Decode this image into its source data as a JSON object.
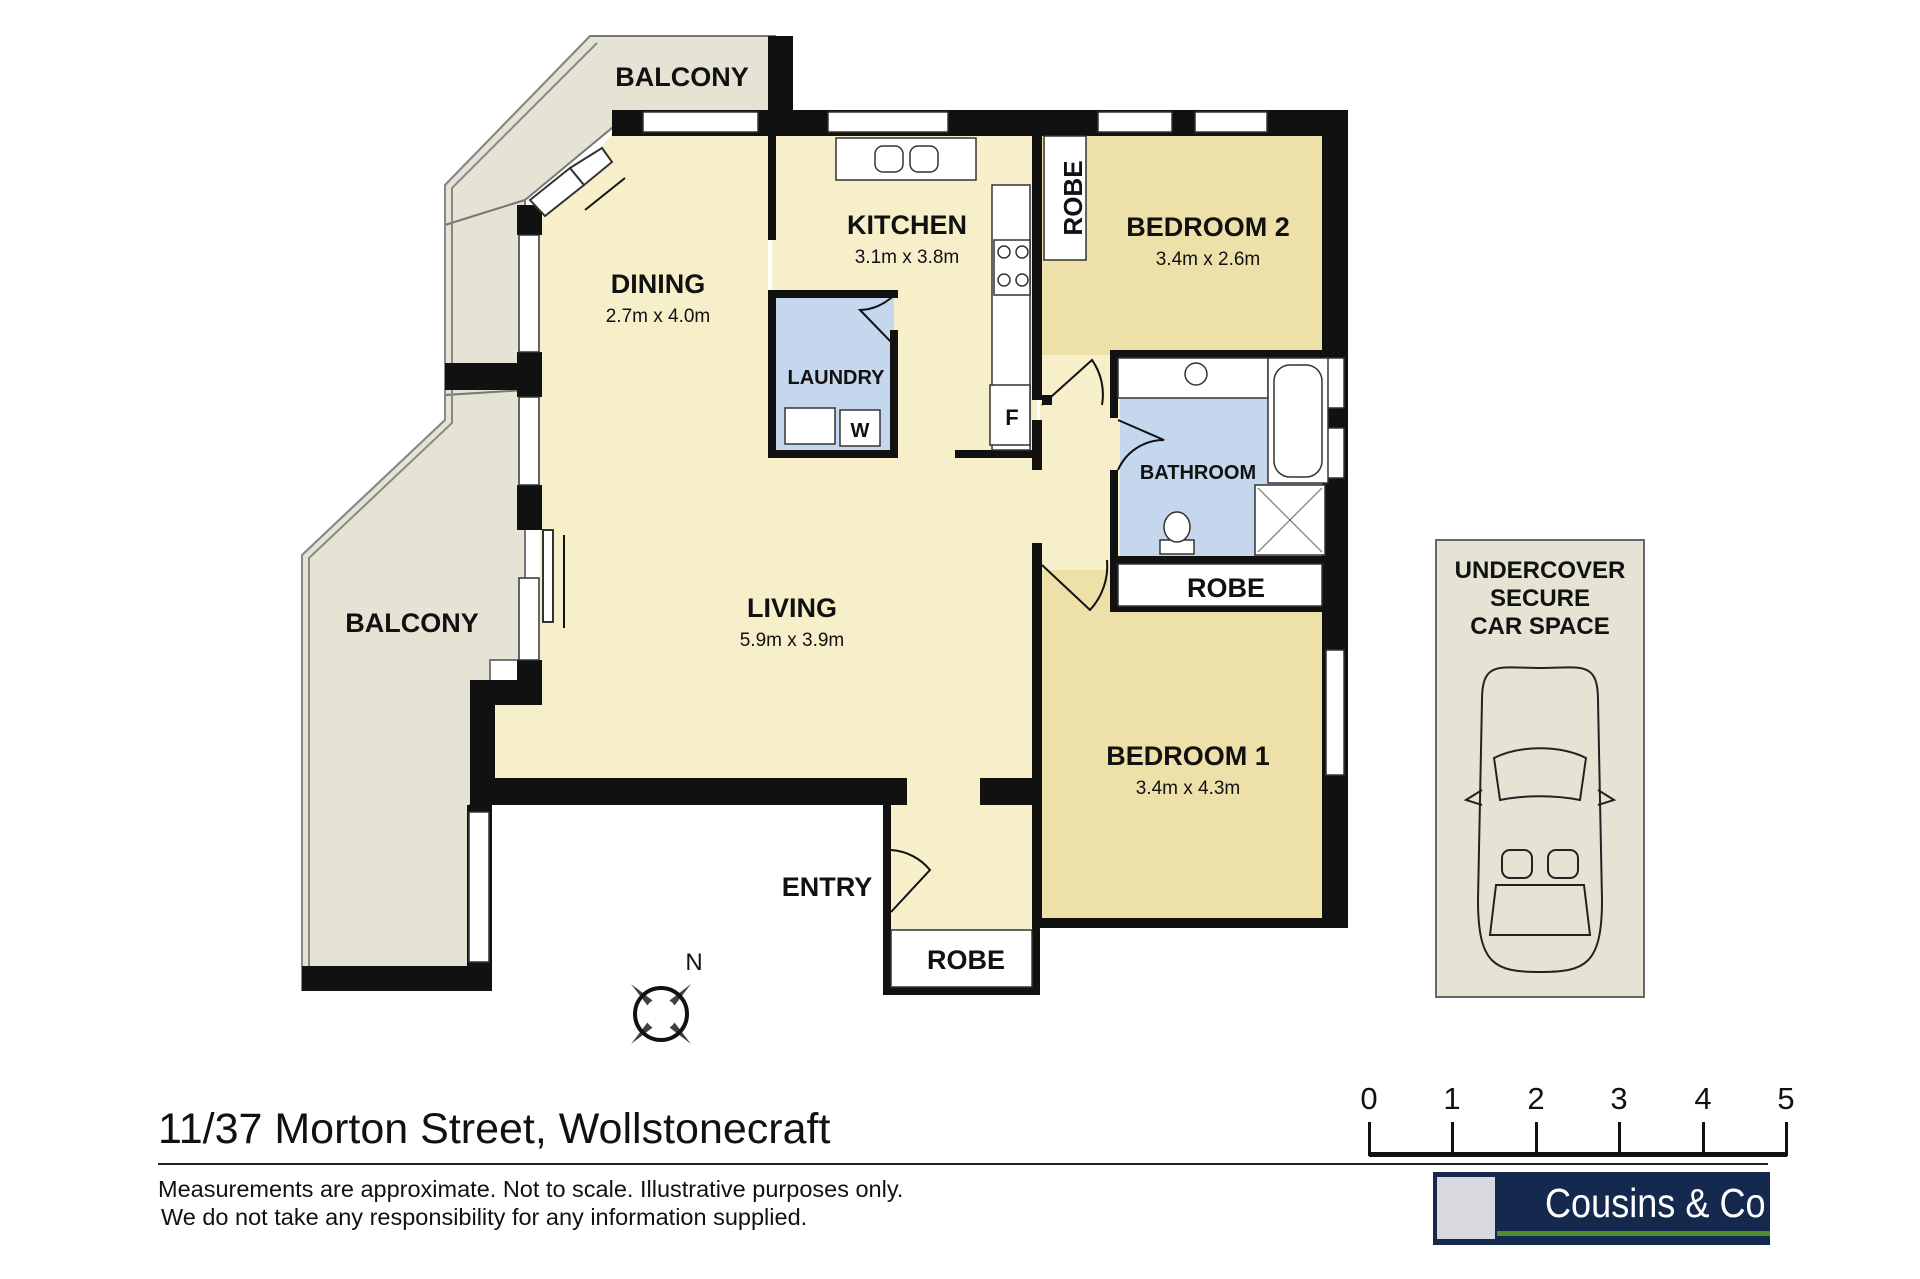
{
  "rooms": {
    "balcony_top": "BALCONY",
    "balcony_left": "BALCONY",
    "dining": {
      "name": "DINING",
      "size": "2.7m x 4.0m"
    },
    "kitchen": {
      "name": "KITCHEN",
      "size": "3.1m x 3.8m"
    },
    "laundry": "LAUNDRY",
    "living": {
      "name": "LIVING",
      "size": "5.9m x 3.9m"
    },
    "bedroom2": {
      "name": "BEDROOM 2",
      "size": "3.4m x 2.6m"
    },
    "bathroom": "BATHROOM",
    "bedroom1": {
      "name": "BEDROOM 1",
      "size": "3.4m x 4.3m"
    },
    "entry": "ENTRY",
    "robe_bed2": "ROBE",
    "robe_hall": "ROBE",
    "robe_entry": "ROBE",
    "fridge": "F",
    "washer": "W"
  },
  "car_space": {
    "line1": "UNDERCOVER",
    "line2": "SECURE",
    "line3": "CAR SPACE"
  },
  "compass": {
    "north": "N"
  },
  "scale": {
    "ticks": [
      "0",
      "1",
      "2",
      "3",
      "4",
      "5"
    ]
  },
  "address": "11/37 Morton Street, Wollstonecraft",
  "disclaimer": {
    "line1": "Measurements are approximate. Not to scale. Illustrative purposes only.",
    "line2": "We do not take any responsibility for any information supplied."
  },
  "brand": {
    "name": "Cousins & Co"
  },
  "colors": {
    "living": "#f6efca",
    "bedroom": "#ede0a8",
    "wet": "#c5d7ec",
    "balcony": "#e5e4d4",
    "wall": "#111111",
    "logo_bg": "#15284e",
    "logo_accent": "#4e8f2c"
  }
}
